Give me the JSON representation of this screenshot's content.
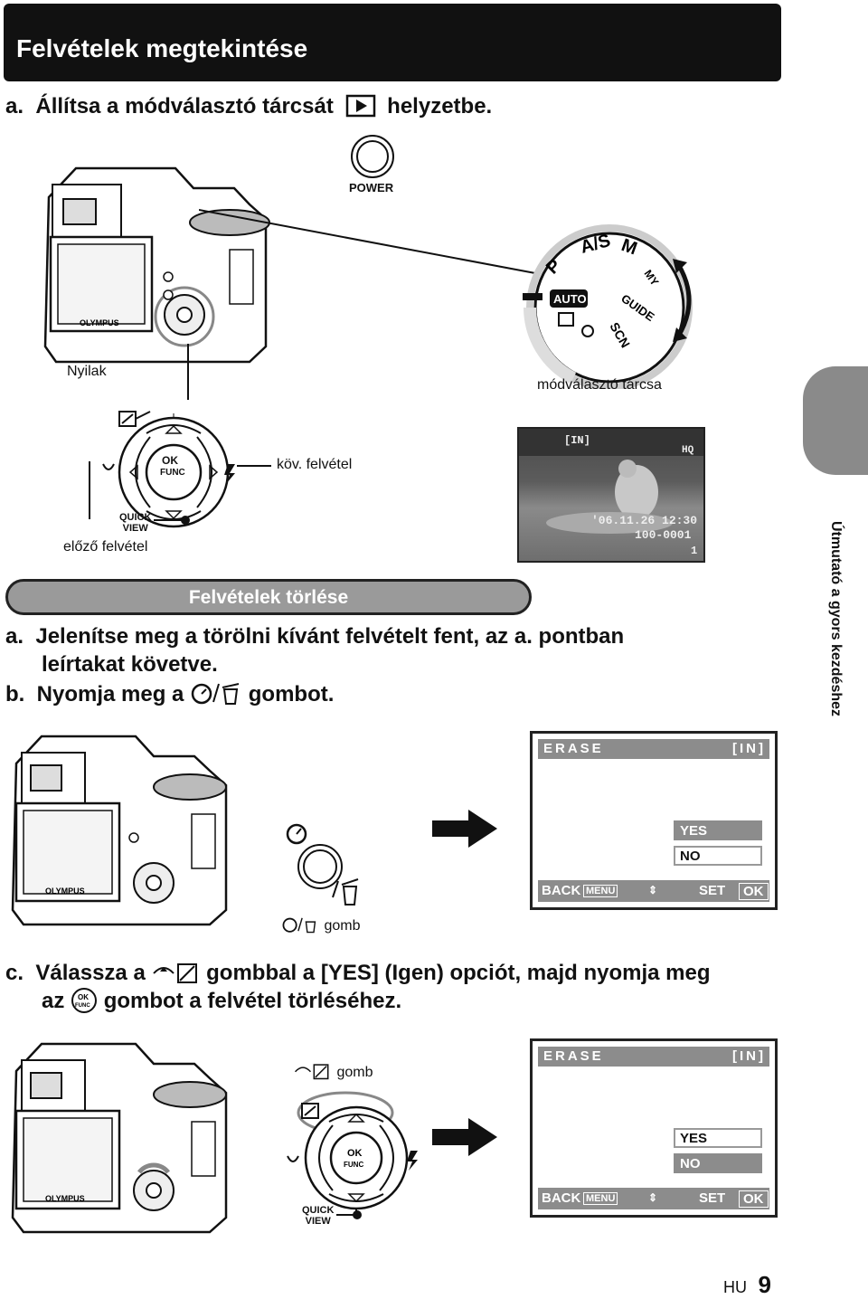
{
  "header": {
    "title": "Felvételek megtekintése"
  },
  "step_a": {
    "prefix": "a.",
    "text_before": "Állítsa a módválasztó tárcsát",
    "text_after": "helyzetbe.",
    "icon": "play-icon"
  },
  "labels": {
    "power": "POWER",
    "arrows": "Nyilak",
    "mode_dial": "módválasztó tárcsa",
    "next_photo": "köv. felvétel",
    "prev_photo": "előző felvétel",
    "quick_view": "QUICK\nVIEW",
    "ok": "OK",
    "func": "FUNC",
    "olympus": "OLYMPUS"
  },
  "mode_dial": {
    "modes": [
      "P",
      "A/S",
      "M",
      "MY",
      "AUTO",
      "GUIDE",
      "SCN"
    ]
  },
  "photo_preview": {
    "memory": "[IN]",
    "quality": "HQ",
    "date": "'06.11.26  12:30",
    "file": "100-0001",
    "frame": "1"
  },
  "section": {
    "title": "Felvételek törlése"
  },
  "step_a2": {
    "prefix": "a.",
    "text": "Jelenítse meg a törölni kívánt felvételt fent, az a. pontban",
    "text2": "leírtakat követve."
  },
  "step_b": {
    "prefix": "b.",
    "text_before": "Nyomja meg a",
    "text_after": "gombot.",
    "icon": "self-timer-erase-icon"
  },
  "button_label_b": {
    "suffix": "gomb"
  },
  "erase_screen": {
    "title": "ERASE",
    "memory": "[IN]",
    "options": [
      "YES",
      "NO"
    ],
    "back": "BACK",
    "menu": "MENU",
    "set": "SET",
    "ok": "OK"
  },
  "step_c": {
    "prefix": "c.",
    "text_1": "Válassza a",
    "text_2": "gombbal a [YES] (Igen) opciót, majd nyomja meg",
    "text_3": "az",
    "text_4": "gombot a felvétel törléséhez."
  },
  "button_label_c": {
    "suffix": "gomb"
  },
  "side_tab": {
    "text": "Útmutató a gyors kezdéshez"
  },
  "footer": {
    "lang": "HU",
    "page": "9"
  }
}
